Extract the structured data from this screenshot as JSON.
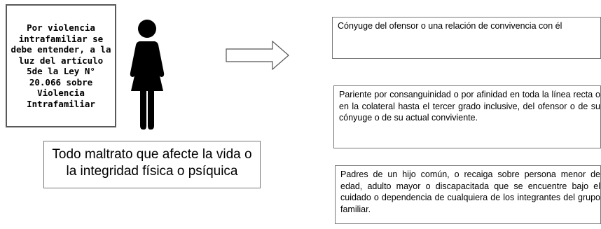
{
  "definition_box": {
    "text": "Por violencia intrafamiliar se debe entender, a la luz del artículo 5de la Ley N° 20.066 sobre Violencia Intrafamiliar"
  },
  "summary_box": {
    "text": "Todo maltrato que afecte la vida o la integridad física o psíquica"
  },
  "cases": [
    {
      "text": "Cónyuge del ofensor o una relación de convivencia con él"
    },
    {
      "text": "Pariente por consanguinidad o por afinidad en toda la línea recta o en la colateral hasta el tercer grado inclusive, del ofensor o de su cónyuge o de su actual conviviente."
    },
    {
      "text": "Padres de un hijo común, o recaiga sobre persona menor de edad, adulto mayor o discapacitada que se encuentre bajo el cuidado o dependencia de cualquiera de los integrantes del grupo familiar."
    }
  ],
  "icons": {
    "person": "woman-icon",
    "arrow": "right-arrow-icon"
  }
}
